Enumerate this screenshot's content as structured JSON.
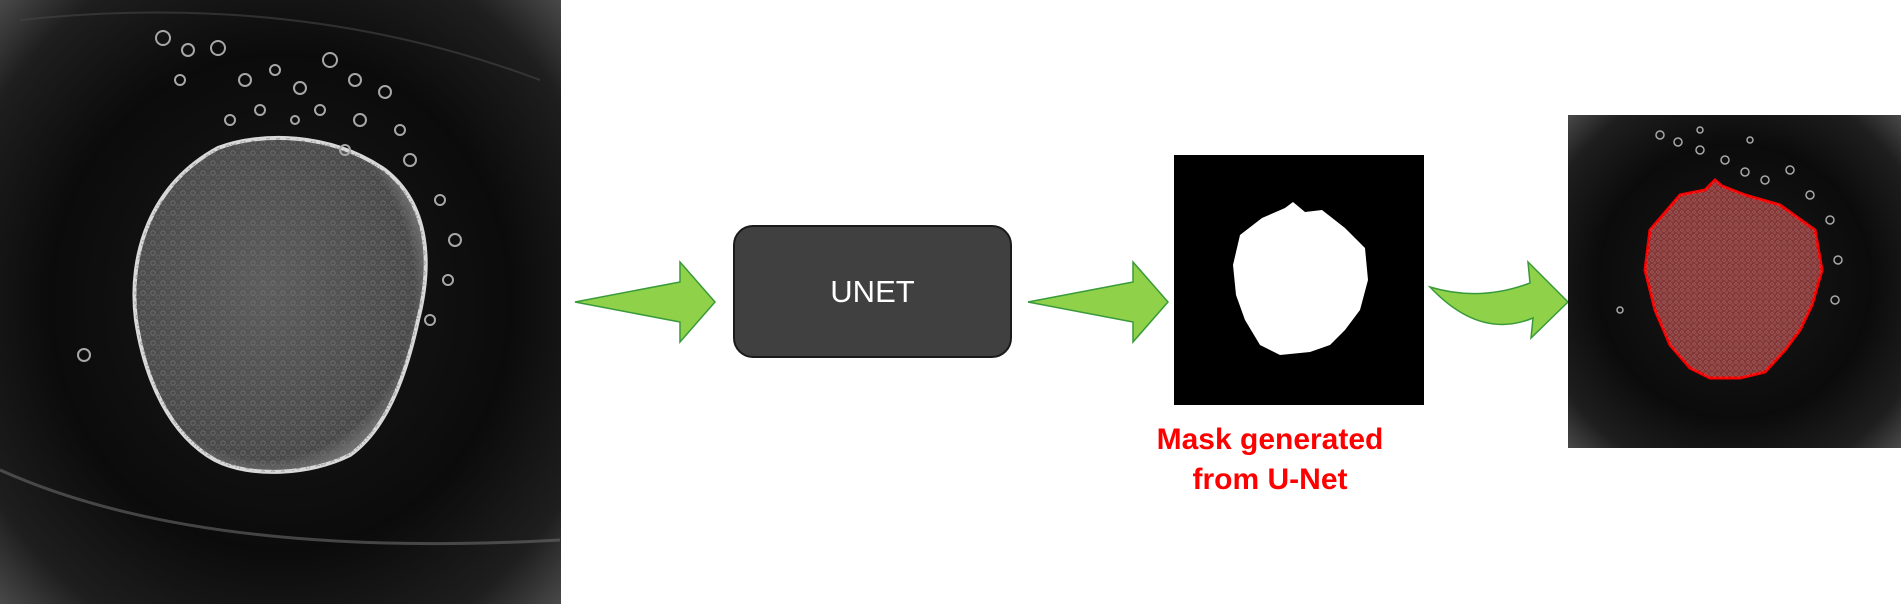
{
  "diagram": {
    "model_box": {
      "label": "UNET"
    },
    "mask_caption": {
      "line1": "Mask generated",
      "line2": "from U-Net"
    },
    "colors": {
      "arrow_fill": "#8fd24a",
      "arrow_stroke": "#3a9a3a",
      "box_fill": "#404040",
      "caption": "#ff0000",
      "overlay": "#ff0000"
    },
    "images": [
      "input-microscopy-image",
      "binary-mask-image",
      "overlay-result-image"
    ]
  }
}
